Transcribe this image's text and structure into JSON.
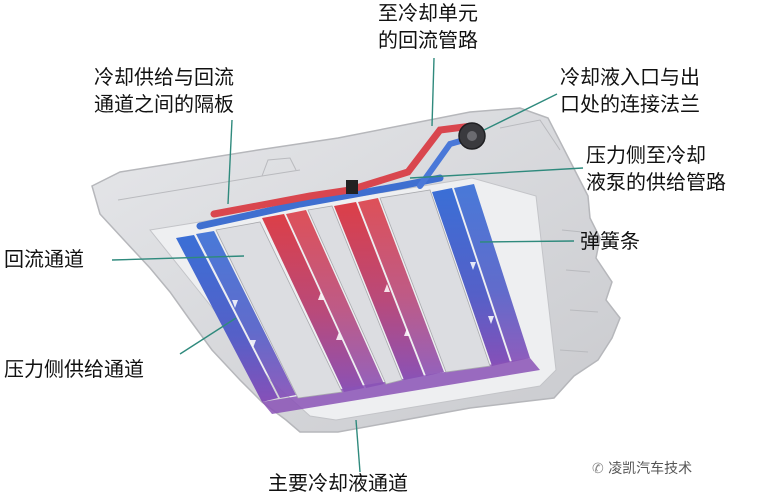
{
  "labels": {
    "return_pipe": {
      "line1": "至冷却单元",
      "line2": "的回流管路"
    },
    "partition": {
      "line1": "冷却供给与回流",
      "line2": "通道之间的隔板"
    },
    "inlet_outlet": {
      "line1": "冷却液入口与出",
      "line2": "口处的连接法兰"
    },
    "supply_pipe": {
      "line1": "压力侧至冷却",
      "line2": "液泵的供给管路"
    },
    "spring_strip": "弹簧条",
    "return_channel": "回流通道",
    "pressure_supply_channel": "压力侧供给通道",
    "main_channel": "主要冷却液通道"
  },
  "watermark": "凌凯汽车技术",
  "colors": {
    "supply_blue": "#3f6fd0",
    "return_red": "#d9464e",
    "mixed_purple": "#8a52b6",
    "plate_gray": "#d9dadf",
    "leader_teal": "#2f8a7d"
  }
}
